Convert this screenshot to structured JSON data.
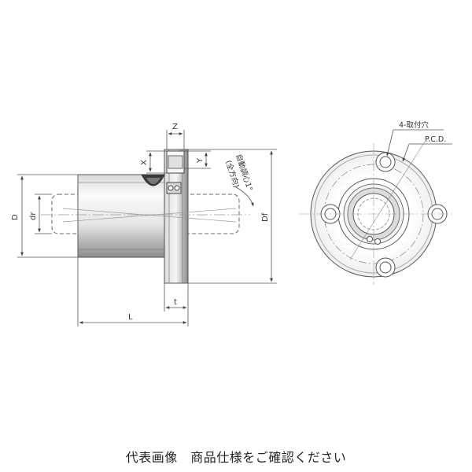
{
  "drawing": {
    "labels": {
      "D": "D",
      "dr": "dr",
      "L": "L",
      "t": "t",
      "Z": "Z",
      "X": "X",
      "Y": "Y",
      "Df": "Df",
      "self_align": "自動調心1°",
      "all_directions": "(全方向)",
      "holes": "4-取付穴",
      "pcd": "P.C.D."
    }
  },
  "caption": "代表画像　商品仕様をご確認ください",
  "colors": {
    "line": "#555555",
    "body_light": "#f2f2f2",
    "body_dark": "#9a9a9a",
    "flange_dark": "#7a7a7a"
  }
}
